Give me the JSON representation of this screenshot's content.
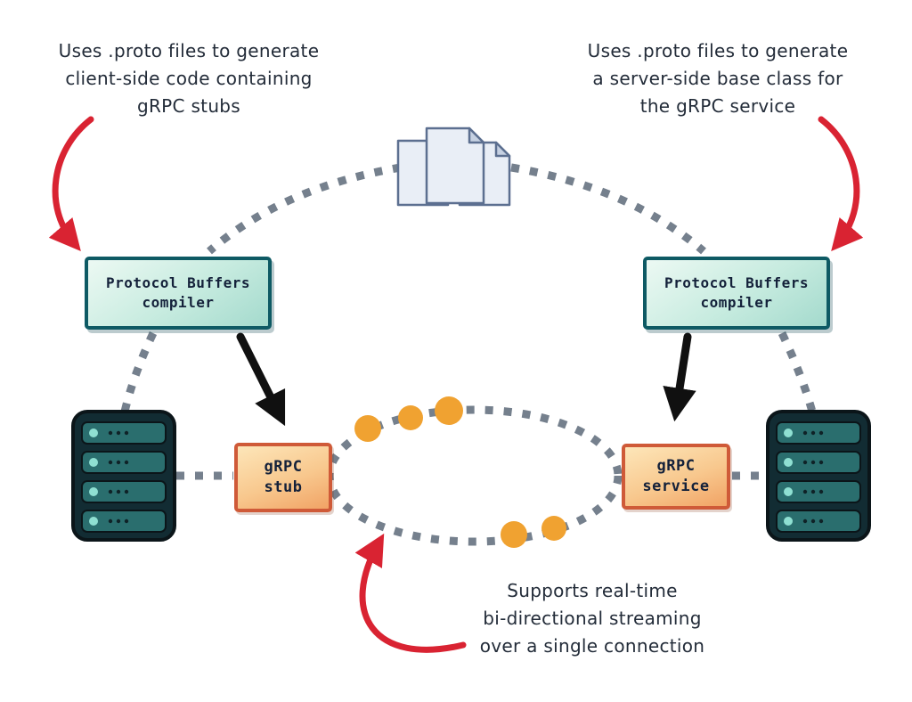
{
  "annotations": {
    "client_codegen": {
      "line1": "Uses .proto files to generate",
      "line2": "client-side code containing",
      "line3": "gRPC stubs"
    },
    "server_codegen": {
      "line1": "Uses .proto files to generate",
      "line2": "a server-side base class for",
      "line3": "the gRPC service"
    },
    "streaming": {
      "line1": "Supports real-time",
      "line2": "bi-directional streaming",
      "line3": "over a single connection"
    }
  },
  "nodes": {
    "compiler_left": {
      "line1": "Protocol Buffers",
      "line2": "compiler"
    },
    "compiler_right": {
      "line1": "Protocol Buffers",
      "line2": "compiler"
    },
    "grpc_stub": {
      "line1": "gRPC",
      "line2": "stub"
    },
    "grpc_service": {
      "line1": "gRPC",
      "line2": "service"
    }
  },
  "colors": {
    "red_arrow": "#d92332",
    "dotted_line": "#75808d",
    "orange_dot": "#f0a231",
    "compiler_border": "#0e5a64",
    "grpc_border": "#cf5a38",
    "text": "#232c39"
  }
}
